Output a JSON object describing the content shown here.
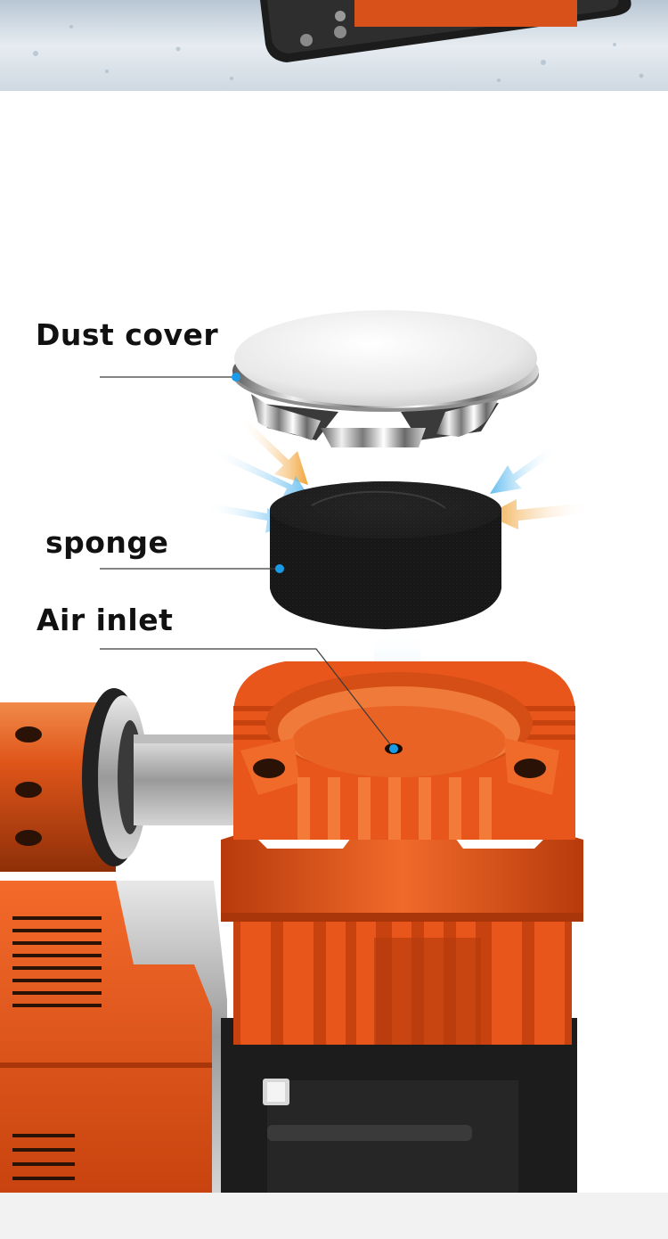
{
  "labels": {
    "dust_cover": "Dust cover",
    "sponge": "sponge",
    "air_inlet": "Air inlet"
  },
  "colors": {
    "compressor_orange": "#e8561c",
    "leader_dot": "#1a9be8",
    "arrow_blue": "#6fc3f0",
    "arrow_orange": "#f0a030"
  }
}
